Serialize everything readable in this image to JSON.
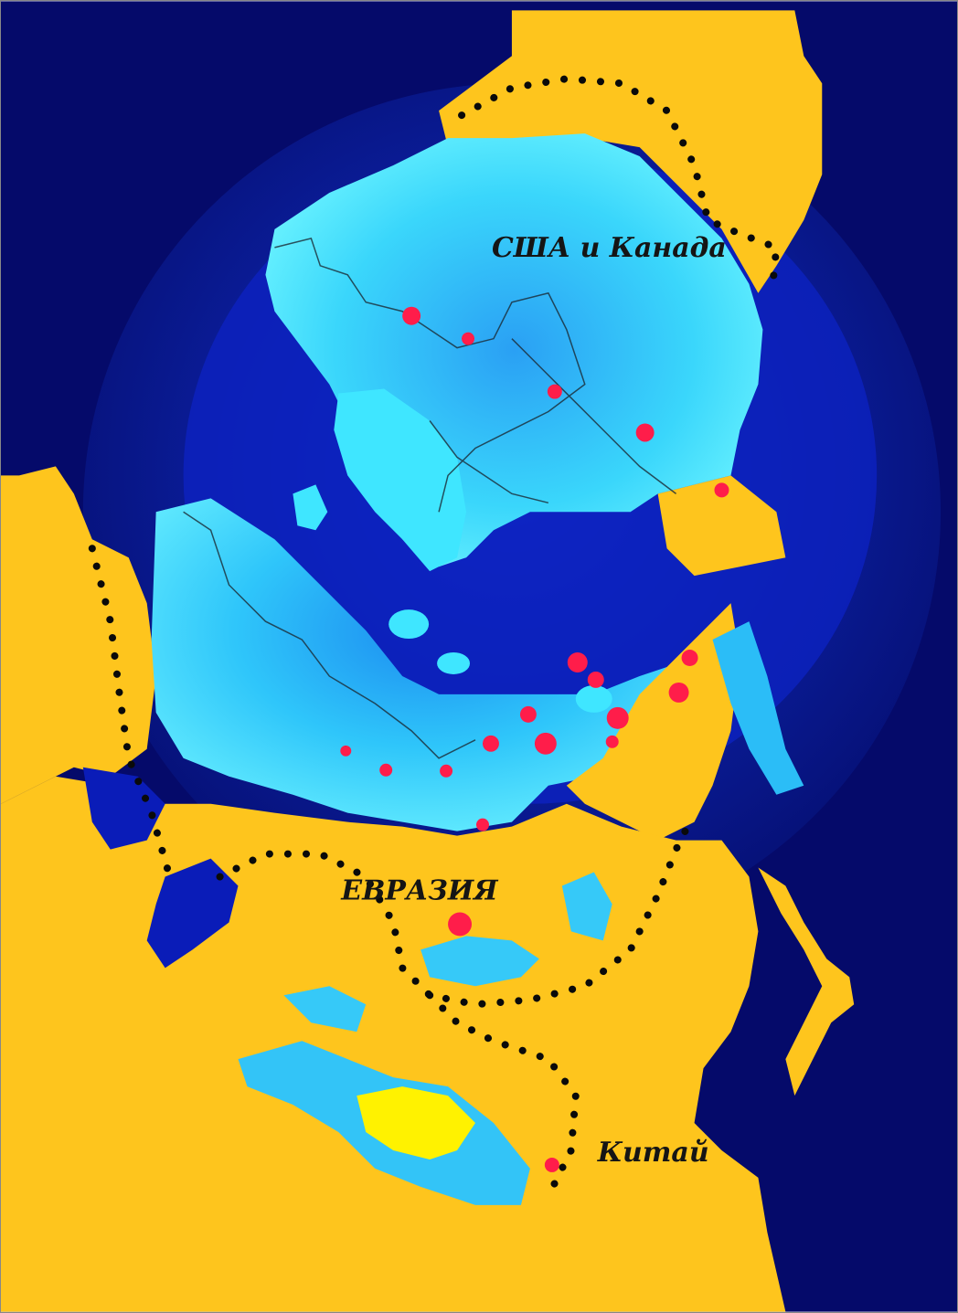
{
  "labels": {
    "north_america": "США и Канада",
    "eurasia": "ЕВРАЗИЯ",
    "china": "Китай"
  },
  "colors": {
    "ocean_deep": "#050a6a",
    "ocean_mid": "#0a1cb8",
    "shelf": "#1f3fd8",
    "land": "#fec51d",
    "ice_light": "#40f0ff",
    "ice_dark": "#1a8cf4",
    "lake_yellow": "#fff200",
    "marker": "#ff1d4a",
    "dots": "#0a0a0a"
  },
  "markers": [
    {
      "name": "center-1"
    },
    {
      "name": "center-2"
    },
    {
      "name": "center-3"
    },
    {
      "name": "center-4"
    },
    {
      "name": "center-5"
    },
    {
      "name": "center-6"
    }
  ]
}
